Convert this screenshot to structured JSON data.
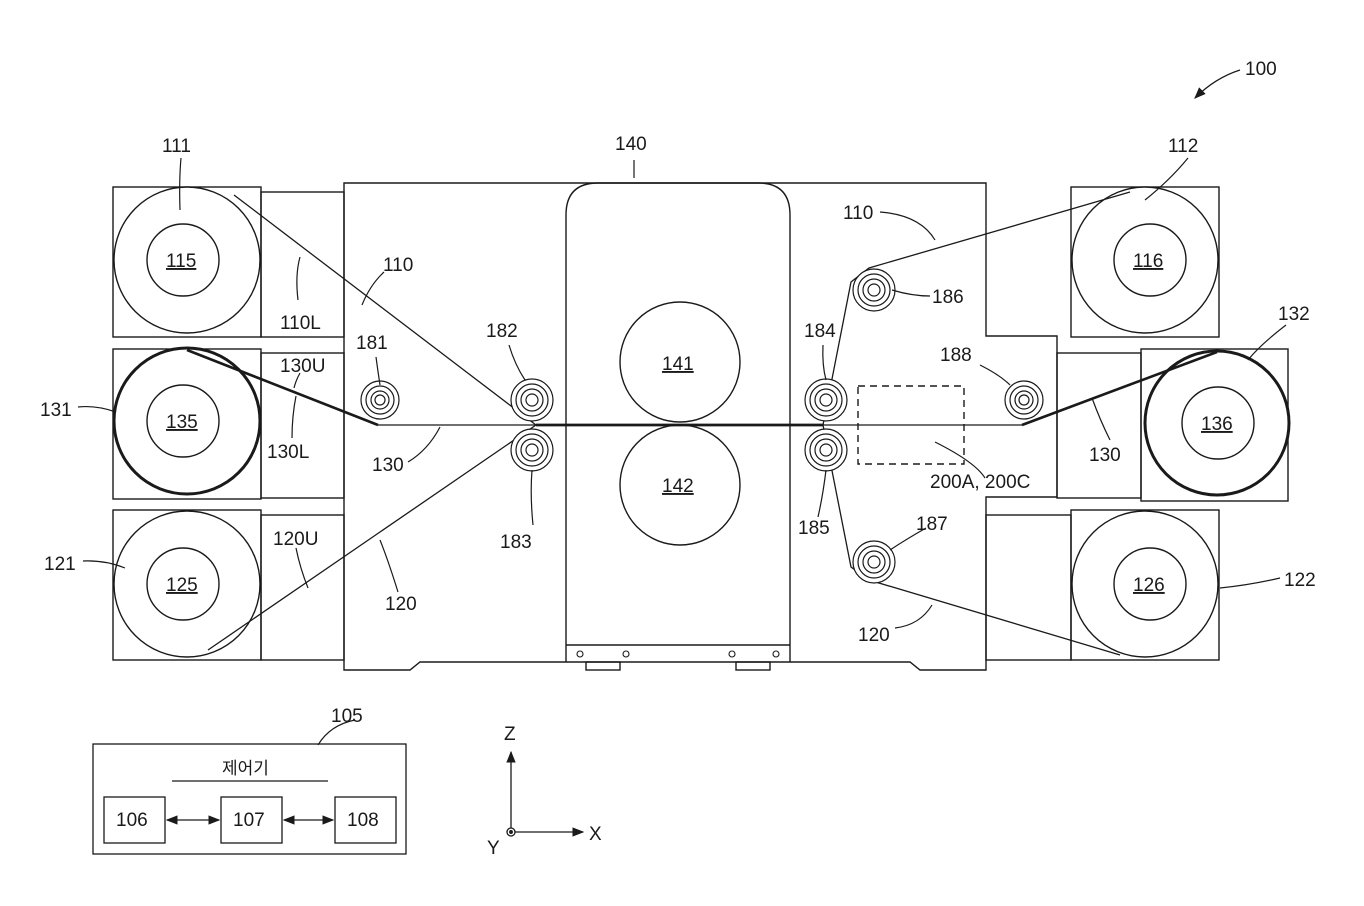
{
  "figure_label": "100",
  "colors": {
    "ink": "#1a1a1a",
    "paper": "#ffffff"
  },
  "reels": {
    "r111": {
      "label": "111",
      "core": "115"
    },
    "r112": {
      "label": "112",
      "core": "116"
    },
    "r121": {
      "label": "121",
      "core": "125"
    },
    "r122": {
      "label": "122",
      "core": "126"
    },
    "r131": {
      "label": "131",
      "core": "135"
    },
    "r132": {
      "label": "132",
      "core": "136"
    }
  },
  "press": {
    "label": "140",
    "upper_roll": "141",
    "lower_roll": "142"
  },
  "guide_rollers": [
    "181",
    "182",
    "183",
    "184",
    "185",
    "186",
    "187",
    "188"
  ],
  "web_labels": {
    "w110_left": "110",
    "w110_right": "110",
    "w110L": "110L",
    "w130U": "130U",
    "w130L": "130L",
    "w130_left": "130",
    "w130_right": "130",
    "w120U": "120U",
    "w120_left": "120",
    "w120_right": "120"
  },
  "inspection_zone": "200A, 200C",
  "controller": {
    "label": "105",
    "title": "제어기",
    "boxes": [
      "106",
      "107",
      "108"
    ]
  },
  "axes": {
    "z": "Z",
    "x": "X",
    "y": "Y"
  }
}
